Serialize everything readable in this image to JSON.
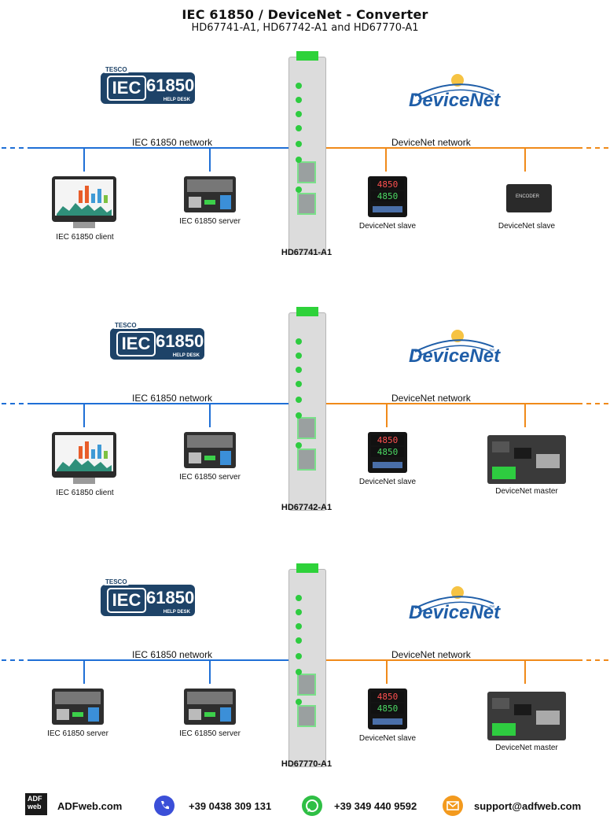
{
  "header": {
    "title": "IEC 61850 / DeviceNet - Converter",
    "subtitle": "HD67741-A1, HD67742-A1 and HD67770-A1"
  },
  "colors": {
    "iec_line": "#1f6fd6",
    "dn_line": "#f08a1a",
    "led": "#2ecc40",
    "brand_blue": "#1e4368"
  },
  "logos": {
    "iec_tesco": "TESCO",
    "iec_box": "IEC",
    "iec_number": "61850",
    "iec_help": "HELP DESK",
    "devicenet": "DeviceNet",
    "tm": "™"
  },
  "panels": [
    {
      "iec_network_label": "IEC 61850 network",
      "dn_network_label": "DeviceNet network",
      "left_devices": [
        {
          "caption": "IEC 61850 client",
          "type": "client"
        },
        {
          "caption": "IEC 61850 server",
          "type": "server"
        }
      ],
      "right_devices": [
        {
          "caption": "DeviceNet slave",
          "type": "slave",
          "display": "4850"
        },
        {
          "caption": "DeviceNet slave",
          "type": "encoder",
          "label": "ENCODER"
        }
      ],
      "model": "HD67741-A1"
    },
    {
      "iec_network_label": "IEC 61850 network",
      "dn_network_label": "DeviceNet network",
      "left_devices": [
        {
          "caption": "IEC 61850 client",
          "type": "client"
        },
        {
          "caption": "IEC 61850 server",
          "type": "server"
        }
      ],
      "right_devices": [
        {
          "caption": "DeviceNet slave",
          "type": "slave",
          "display": "4850"
        },
        {
          "caption": "DeviceNet master",
          "type": "master"
        }
      ],
      "model": "HD67742-A1"
    },
    {
      "iec_network_label": "IEC 61850 network",
      "dn_network_label": "DeviceNet network",
      "left_devices": [
        {
          "caption": "IEC 61850 server",
          "type": "server"
        },
        {
          "caption": "IEC 61850 server",
          "type": "server"
        }
      ],
      "right_devices": [
        {
          "caption": "DeviceNet slave",
          "type": "slave",
          "display": "4850"
        },
        {
          "caption": "DeviceNet master",
          "type": "master"
        }
      ],
      "model": "HD67770-A1"
    }
  ],
  "footer": {
    "brand_logo": "ADF web",
    "brand": "ADFweb.com",
    "phone": "+39 0438 309 131",
    "whatsapp": "+39 349 440 9592",
    "email": "support@adfweb.com"
  }
}
